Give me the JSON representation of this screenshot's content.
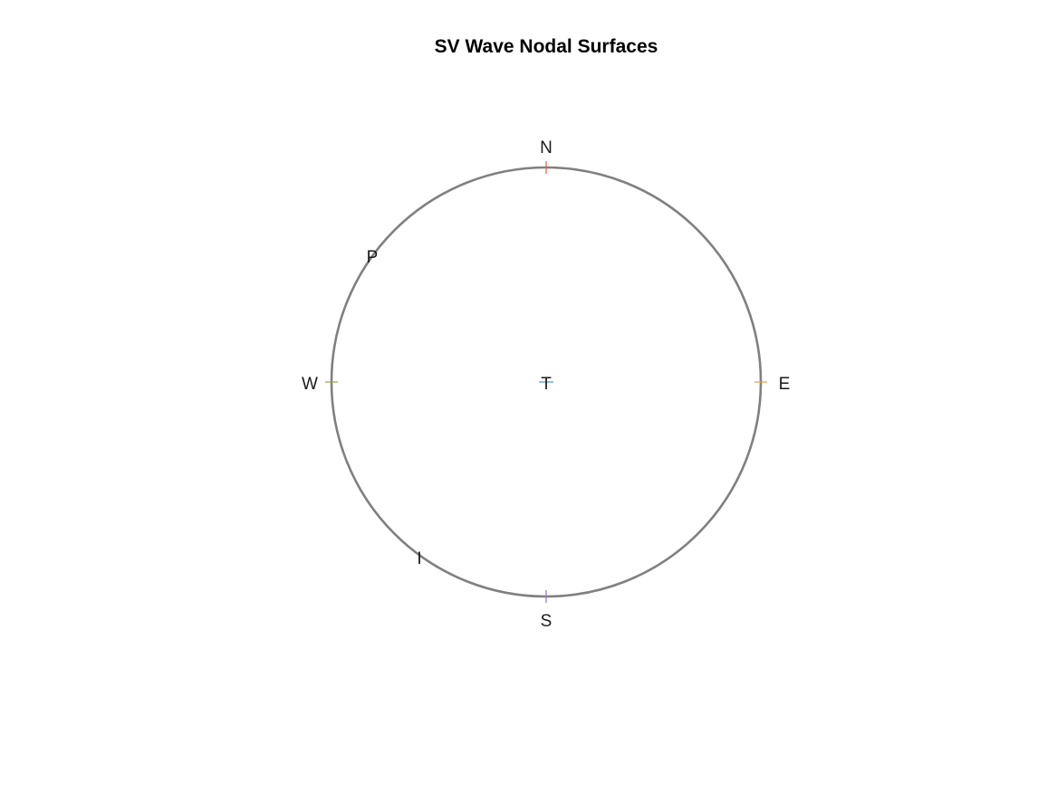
{
  "diagram": {
    "title": "SV Wave Nodal Surfaces",
    "colors": {
      "circle": "#808080",
      "tick_north": "#e8603c",
      "tick_east": "#e8a23c",
      "tick_south": "#9b6fc4",
      "tick_west": "#9aa23c",
      "tick_center": "#3ca0b8"
    },
    "compass": {
      "north": "N",
      "east": "E",
      "south": "S",
      "west": "W"
    },
    "axes": {
      "t_axis": "T",
      "p_axis": "P",
      "i_axis": "I"
    }
  }
}
